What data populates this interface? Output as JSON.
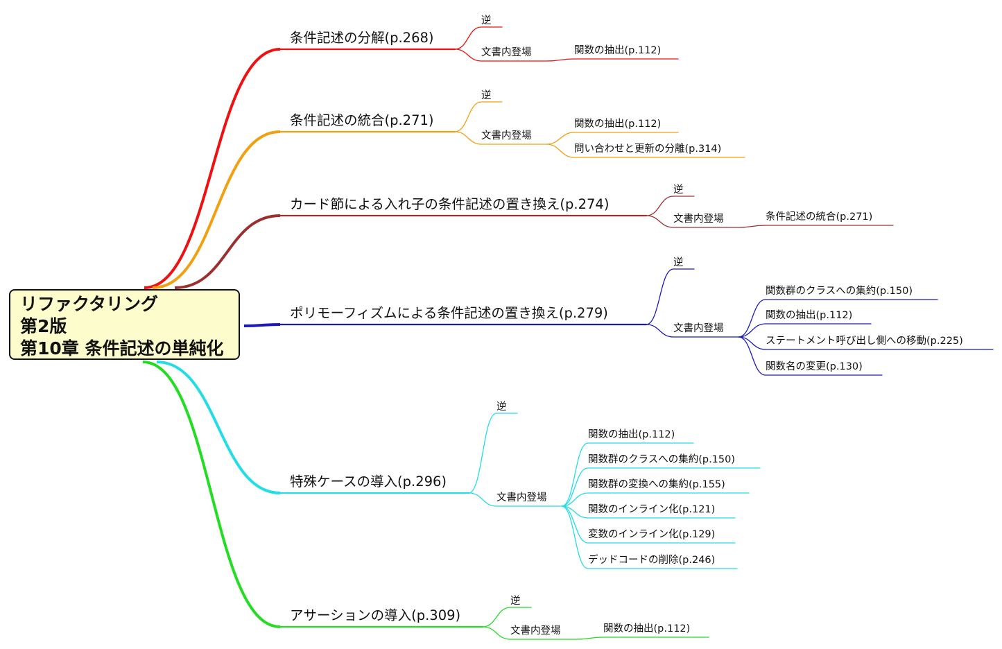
{
  "root": {
    "line1": "リファクタリング",
    "line2": "第2版",
    "line3": "第10章 条件記述の単純化"
  },
  "branches": [
    {
      "label": "条件記述の分解(p.268)",
      "color": "#ee1111",
      "inverse": "逆",
      "appears_label": "文書内登場",
      "appears": [
        "関数の抽出(p.112)"
      ]
    },
    {
      "label": "条件記述の統合(p.271)",
      "color": "#f0a010",
      "inverse": "逆",
      "appears_label": "文書内登場",
      "appears": [
        "関数の抽出(p.112)",
        "問い合わせと更新の分離(p.314)"
      ]
    },
    {
      "label": "カード節による入れ子の条件記述の置き換え(p.274)",
      "color": "#9b3030",
      "inverse": "逆",
      "appears_label": "文書内登場",
      "appears": [
        "条件記述の統合(p.271)"
      ]
    },
    {
      "label": "ポリモーフィズムによる条件記述の置き換え(p.279)",
      "color": "#1a1ab8",
      "inverse": "逆",
      "appears_label": "文書内登場",
      "appears": [
        "関数群のクラスへの集約(p.150)",
        "関数の抽出(p.112)",
        "ステートメント呼び出し側への移動(p.225)",
        "関数名の変更(p.130)"
      ]
    },
    {
      "label": "特殊ケースの導入(p.296)",
      "color": "#22dde6",
      "inverse": "逆",
      "appears_label": "文書内登場",
      "appears": [
        "関数の抽出(p.112)",
        "関数群のクラスへの集約(p.150)",
        "関数群の変換への集約(p.155)",
        "関数のインライン化(p.121)",
        "変数のインライン化(p.129)",
        "デッドコードの削除(p.246)"
      ]
    },
    {
      "label": "アサーションの導入(p.309)",
      "color": "#22dd22",
      "inverse": "逆",
      "appears_label": "文書内登場",
      "appears": [
        "関数の抽出(p.112)"
      ]
    }
  ]
}
